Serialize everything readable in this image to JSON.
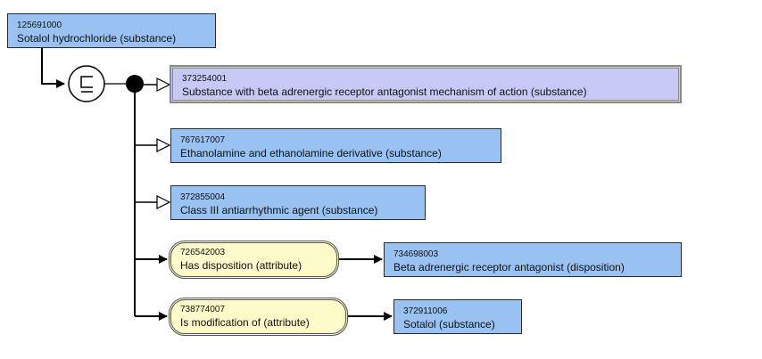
{
  "diagram": {
    "focus_concept": {
      "id": "125691000",
      "term": "Sotalol hydrochloride (substance)"
    },
    "isa_symbol": "⊑",
    "parents": [
      {
        "id": "373254001",
        "term": "Substance with beta adrenergic receptor antagonist mechanism of action (substance)"
      },
      {
        "id": "767617007",
        "term": "Ethanolamine and ethanolamine derivative (substance)"
      },
      {
        "id": "372855004",
        "term": "Class III antiarrhythmic agent (substance)"
      }
    ],
    "relationships": [
      {
        "attribute": {
          "id": "726542003",
          "term": "Has disposition (attribute)"
        },
        "value": {
          "id": "734698003",
          "term": "Beta adrenergic receptor antagonist (disposition)"
        }
      },
      {
        "attribute": {
          "id": "738774007",
          "term": "Is modification of (attribute)"
        },
        "value": {
          "id": "372911006",
          "term": "Sotalol (substance)"
        }
      }
    ]
  }
}
